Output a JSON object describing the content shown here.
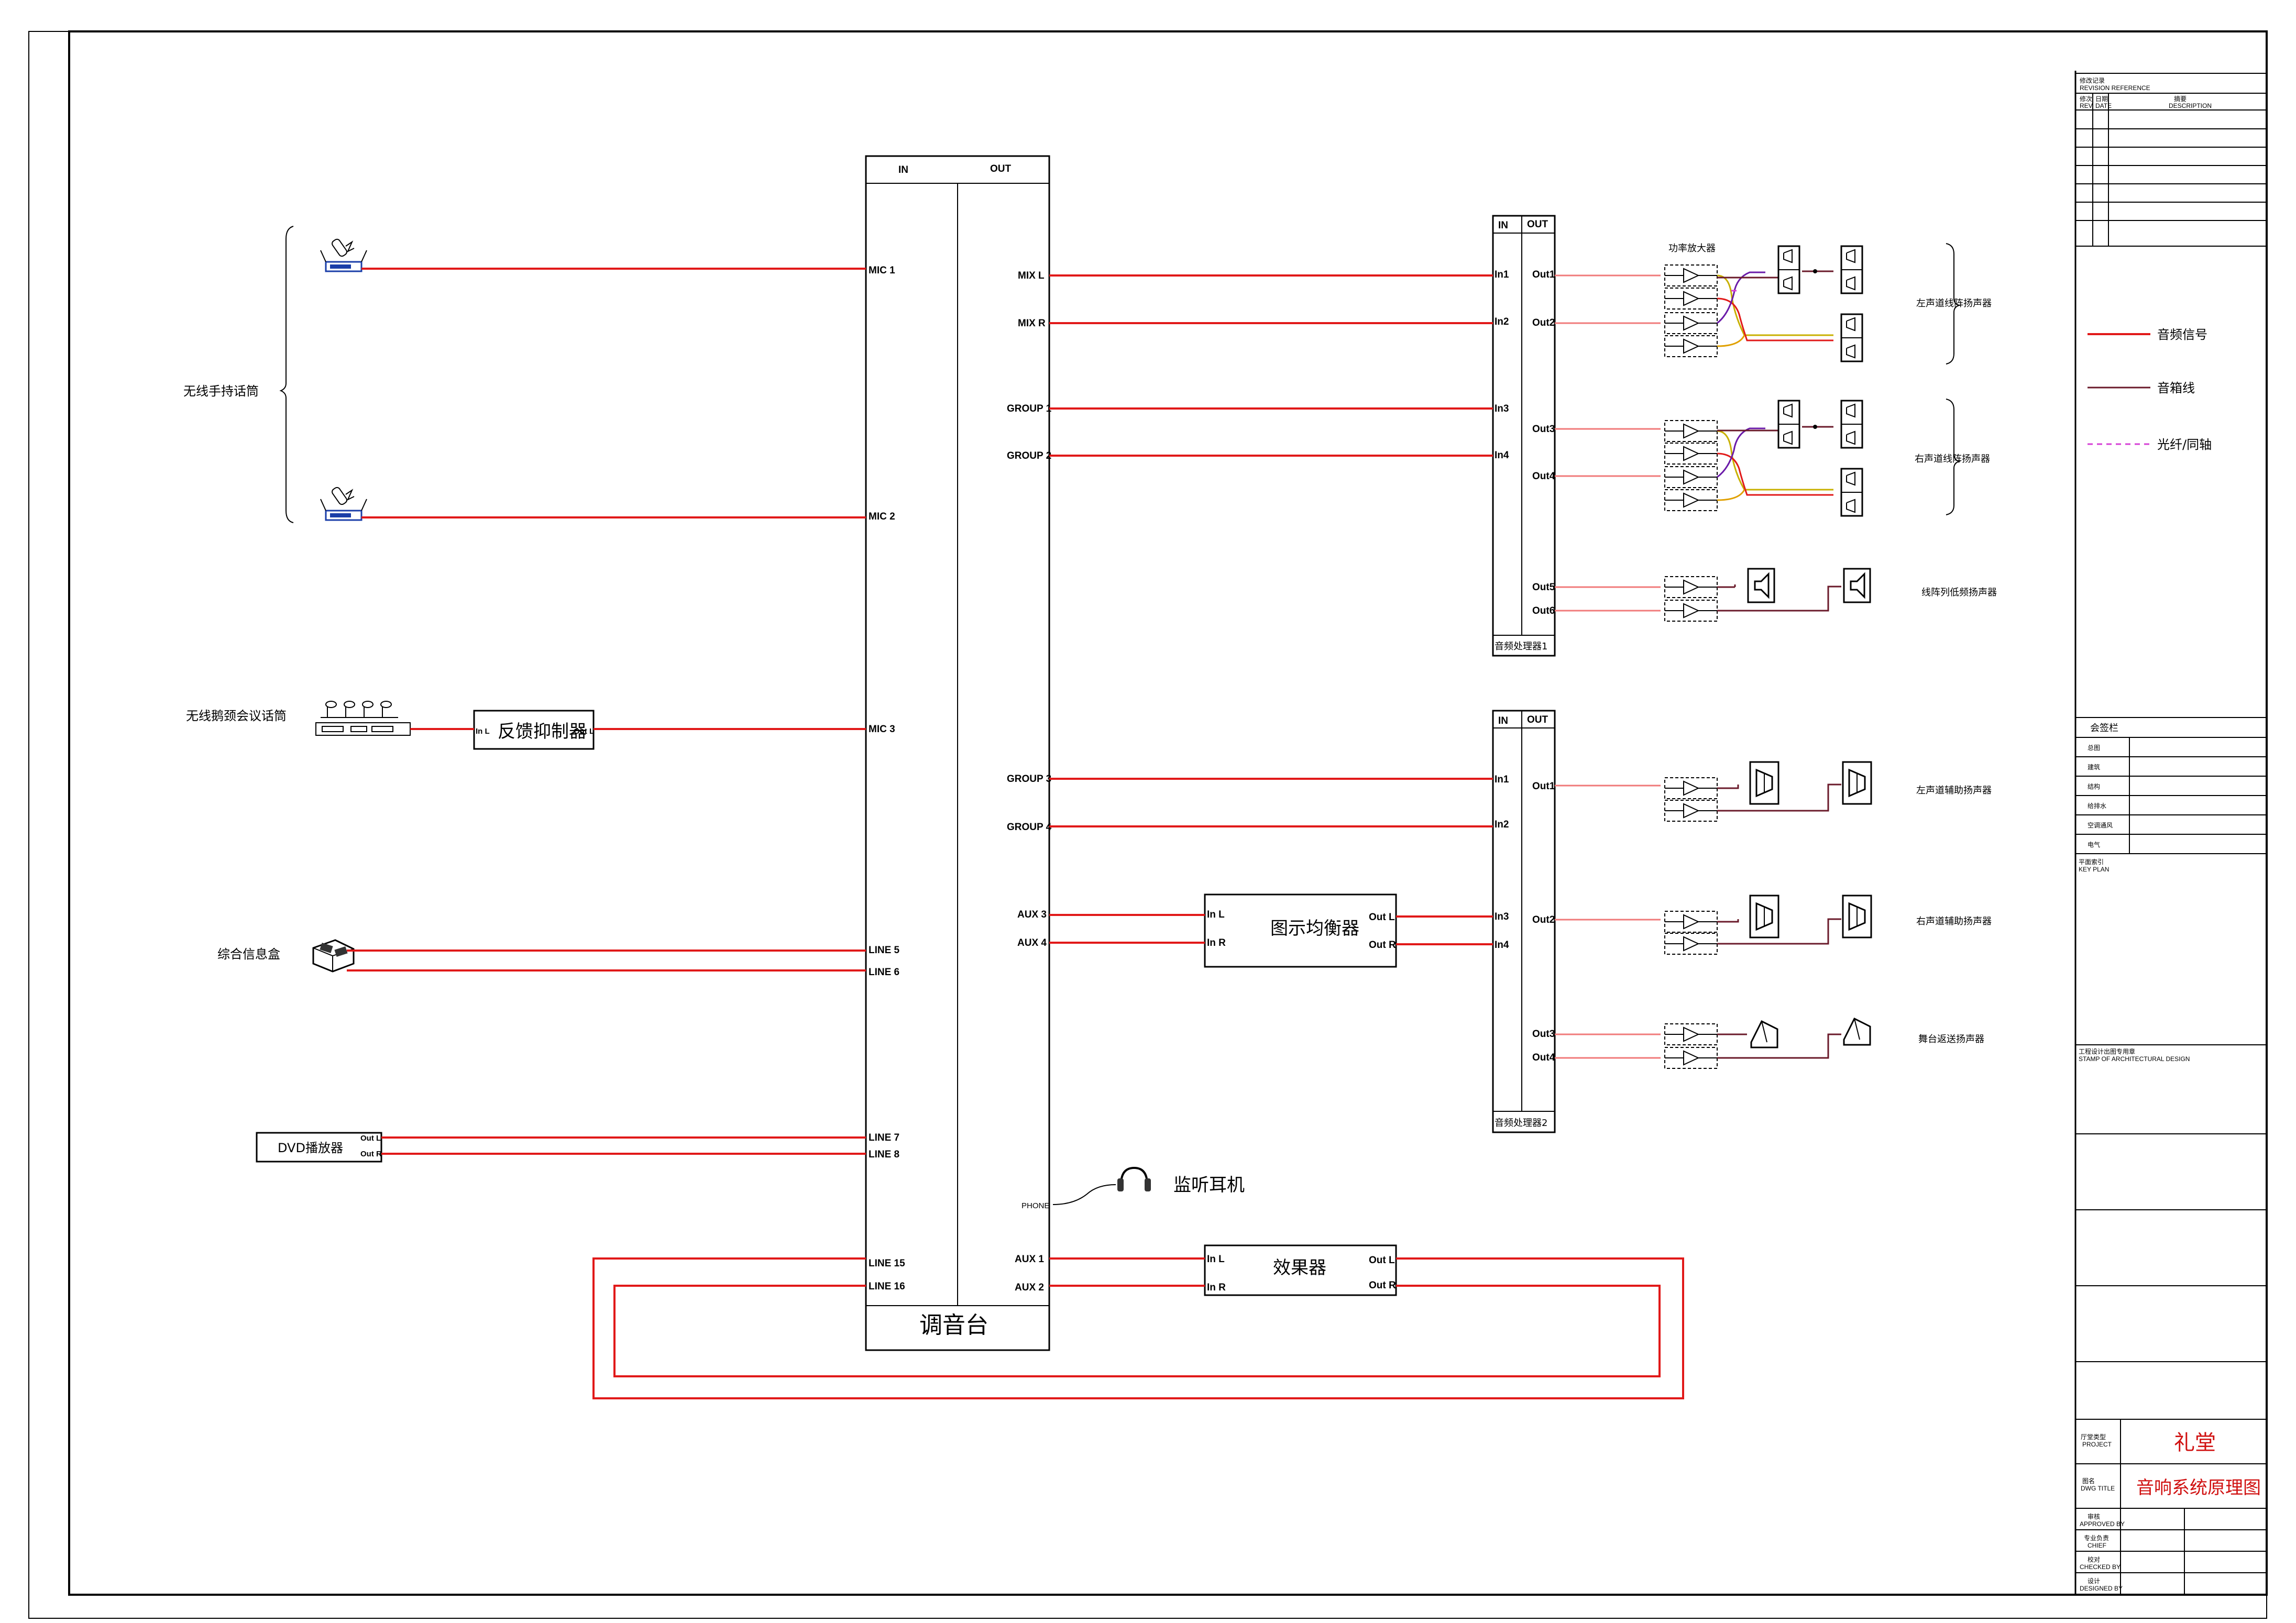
{
  "mixer": {
    "in_header": "IN",
    "out_header": "OUT",
    "name": "调音台",
    "inputs": [
      "MIC 1",
      "MIC 2",
      "MIC 3",
      "LINE 5",
      "LINE 6",
      "LINE 7",
      "LINE 8",
      "LINE 15",
      "LINE 16"
    ],
    "outputs": [
      "MIX L",
      "MIX R",
      "GROUP 1",
      "GROUP 2",
      "GROUP 3",
      "GROUP 4",
      "AUX 3",
      "AUX 4",
      "AUX 1",
      "AUX 2"
    ],
    "phone_label": "PHONE"
  },
  "sources": {
    "wireless_handheld": "无线手持话筒",
    "conference_mic": "无线鹅颈会议话筒",
    "info_box": "综合信息盒",
    "dvd": "DVD播放器",
    "dvd_out_l": "Out L",
    "dvd_out_r": "Out R"
  },
  "feedback": {
    "name": "反馈抑制器",
    "in": "In L",
    "out": "Out L"
  },
  "eq": {
    "name": "图示均衡器",
    "in_l": "In L",
    "in_r": "In R",
    "out_l": "Out L",
    "out_r": "Out R"
  },
  "effects": {
    "name": "效果器",
    "in_l": "In L",
    "in_r": "In R",
    "out_l": "Out L",
    "out_r": "Out R"
  },
  "headphone": {
    "name": "监听耳机"
  },
  "proc1": {
    "name": "音频处理器1",
    "in_header": "IN",
    "out_header": "OUT",
    "inputs": [
      "In1",
      "In2",
      "In3",
      "In4"
    ],
    "outputs": [
      "Out1",
      "Out2",
      "Out3",
      "Out4",
      "Out5",
      "Out6"
    ]
  },
  "proc2": {
    "name": "音频处理器2",
    "in_header": "IN",
    "out_header": "OUT",
    "inputs": [
      "In1",
      "In2",
      "In3",
      "In4"
    ],
    "outputs": [
      "Out1",
      "Out2",
      "Out3",
      "Out4"
    ]
  },
  "amp_label": "功率放大器",
  "speakers": {
    "left_line_array": "左声道线阵扬声器",
    "right_line_array": "右声道线阵扬声器",
    "line_array_sub": "线阵列低频扬声器",
    "left_aux": "左声道辅助扬声器",
    "right_aux": "右声道辅助扬声器",
    "stage_monitor": "舞台返送扬声器"
  },
  "legend": [
    {
      "label": "音频信号",
      "color": "#e11919"
    },
    {
      "label": "音箱线",
      "color": "#6a1a2a"
    },
    {
      "label": "光纤/同轴",
      "color": "#d63fd6"
    }
  ],
  "titleblock": {
    "revision_title": "修改记录",
    "revision_title_en": "REVISION REFERENCE",
    "rev_cols": [
      "修次",
      "日期",
      "摘要"
    ],
    "rev_cols_en": [
      "REV.",
      "DATE",
      "DESCRIPTION"
    ],
    "sign_title": "会签栏",
    "sign_rows": [
      "总图",
      "建筑",
      "结构",
      "给排水",
      "空调通风",
      "电气"
    ],
    "key_plan": "平面索引",
    "key_plan_en": "KEY PLAN",
    "stamp": "工程设计出图专用章",
    "stamp_en": "STAMP OF ARCHITECTURAL DESIGN",
    "project_label": "厅堂类型",
    "project_label_en": "PROJECT",
    "project_value": "礼堂",
    "drawing_label": "图名",
    "drawing_label_en": "DWG TITLE",
    "drawing_value": "音响系统原理图",
    "approvals": [
      {
        "cn": "审核",
        "en": "APPROVED BY"
      },
      {
        "cn": "专业负责",
        "en": "CHIEF"
      },
      {
        "cn": "校对",
        "en": "CHECKED BY"
      },
      {
        "cn": "设计",
        "en": "DESIGNED BY"
      }
    ]
  }
}
